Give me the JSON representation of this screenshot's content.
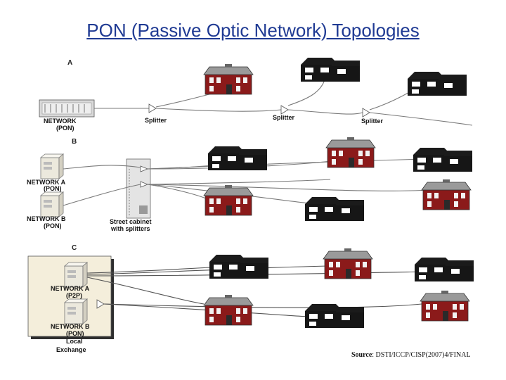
{
  "title": "PON (Passive Optic Network) Topologies",
  "sections": {
    "a": "A",
    "b": "B",
    "c": "C"
  },
  "labels": {
    "network_pon_a": "NETWORK",
    "network_pon_a_sub": "(PON)",
    "splitter_1": "Splitter",
    "splitter_2": "Splitter",
    "splitter_3": "Splitter",
    "network_a": "NETWORK A",
    "network_a_sub": "(PON)",
    "network_b": "NETWORK B",
    "network_b_sub": "(PON)",
    "street_cabinet_1": "Street cabinet",
    "street_cabinet_2": "with splitters",
    "c_network_a": "NETWORK A",
    "c_network_a_sub": "(P2P)",
    "c_network_b": "NETWORK B",
    "c_network_b_sub": "(PON)",
    "local_exchange_1": "Local",
    "local_exchange_2": "Exchange"
  },
  "source": {
    "prefix": "Source",
    "text": ": DSTI/ICCP/CISP(2007)4/FINAL"
  }
}
